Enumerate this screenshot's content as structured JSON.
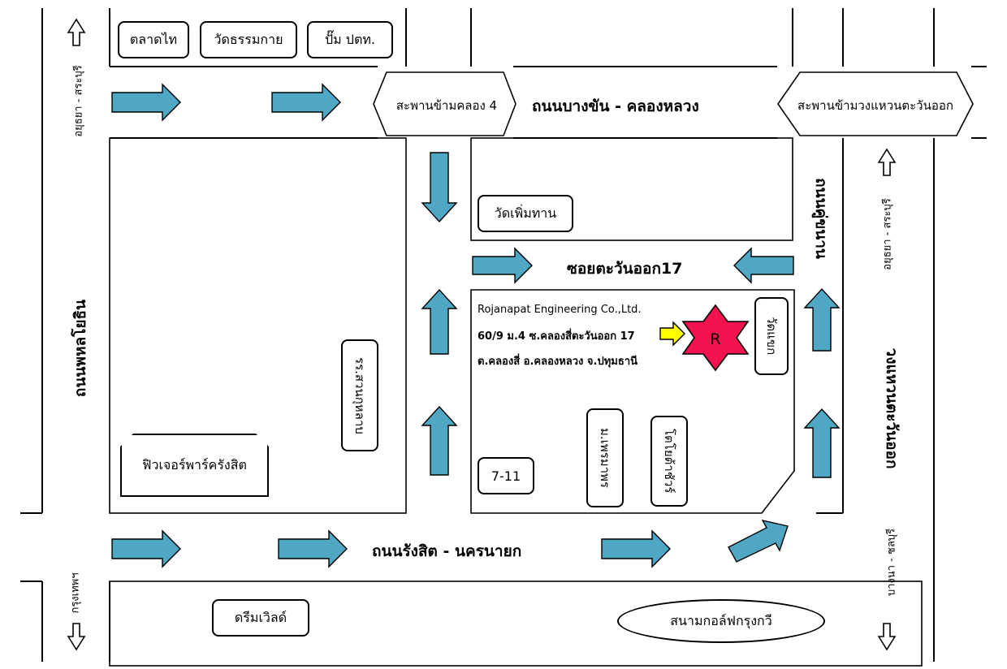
{
  "landmarks": {
    "talad_thai": "ตลาดไท",
    "wat_thammakai": "วัดธรรมกาย",
    "ptt_station": "ปั๊ม ปตท.",
    "bridge_khlong4": "สะพานข้ามคลอง 4",
    "bridge_ring": "สะพานข้ามวงแหวนตะวันออก",
    "wat_phoem_than": "วัดเพิ่มทาน",
    "future_park": "ฟิวเจอร์พาร์ครังสิต",
    "school_suan_kularb": "รร.สวนกุหลาบ",
    "seven_eleven": "7-11",
    "moo_baan_phraya": "ม.เพรมาพร",
    "toyota": "โตโยต้าชัวร์",
    "wat_khaek": "วัดแขก",
    "dream_world": "ดรีมเวิลด์",
    "golf": "สนามกอล์ฟกรุงกวี"
  },
  "roads": {
    "bang_khan": "ถนนบางขัน - คลองหลวง",
    "soi_17": "ซอยตะวันออก17",
    "rangsit": "ถนนรังสิต - นครนายก",
    "phahon": "ถนนพหลโยธิน",
    "ring_road": "วงแหวนตะวันออก",
    "khu_nan": "ถนนคู่ขนาน"
  },
  "directions": {
    "top_left": "อยุธยา - สระบุรี",
    "right_upper": "อยุธยา - สระบุรี",
    "bottom_left": "กรุงเทพฯ",
    "bottom_right": "บางนา - ชลบุรี"
  },
  "company": {
    "name": "Rojanapat Engineering Co.,Ltd.",
    "address1": "60/9 ม.4 ซ.คลองสี่ตะวันออก 17",
    "address2": "ต.คลองสี่ อ.คลองหลวง จ.ปทุมธานี",
    "marker_letter": "R"
  },
  "colors": {
    "arrow": "#4fa7c4",
    "marker": "#f2134f",
    "pointer": "#ffff00"
  }
}
